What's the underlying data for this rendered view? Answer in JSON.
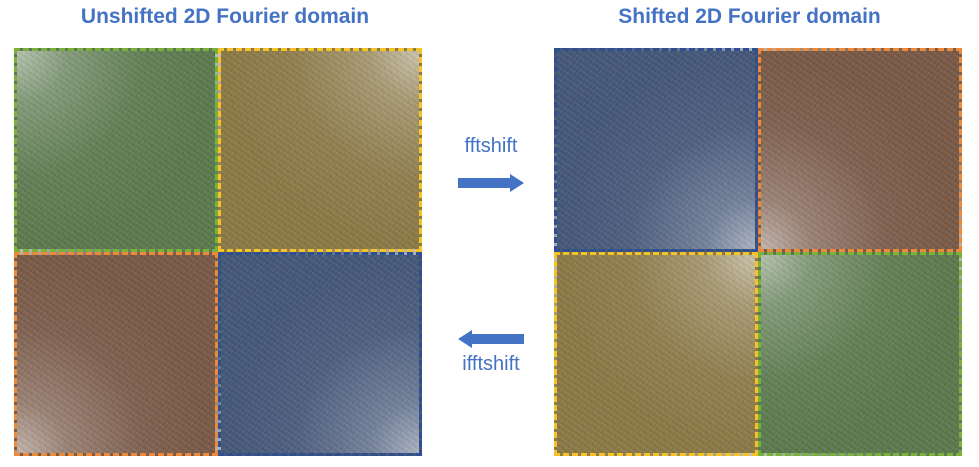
{
  "titles": {
    "left": "Unshifted 2D Fourier domain",
    "right": "Shifted 2D Fourier domain"
  },
  "operations": {
    "forward": "fftshift",
    "inverse": "ifftshift"
  },
  "colors": {
    "title_text": "#4472c4",
    "arrow": "#4472c4",
    "green": "#5c7a4e",
    "gold": "#8c7a47",
    "brown": "#7a5a48",
    "blue": "#46587a",
    "border_green": "#7ab13c",
    "border_gold": "#f5c227",
    "border_orange": "#ed8a3a",
    "border_blue": "#2f4f8f"
  },
  "panels": {
    "unshifted": {
      "quadrants": [
        {
          "position": "top-left",
          "color": "green",
          "bright_corner": "top-left"
        },
        {
          "position": "top-right",
          "color": "gold",
          "bright_corner": "top-right"
        },
        {
          "position": "bottom-left",
          "color": "brown",
          "bright_corner": "bottom-left"
        },
        {
          "position": "bottom-right",
          "color": "blue",
          "bright_corner": "bottom-right"
        }
      ]
    },
    "shifted": {
      "quadrants": [
        {
          "position": "top-left",
          "color": "blue",
          "bright_corner": "bottom-right"
        },
        {
          "position": "top-right",
          "color": "brown",
          "bright_corner": "bottom-left"
        },
        {
          "position": "bottom-left",
          "color": "gold",
          "bright_corner": "top-right"
        },
        {
          "position": "bottom-right",
          "color": "green",
          "bright_corner": "top-left"
        }
      ]
    }
  }
}
